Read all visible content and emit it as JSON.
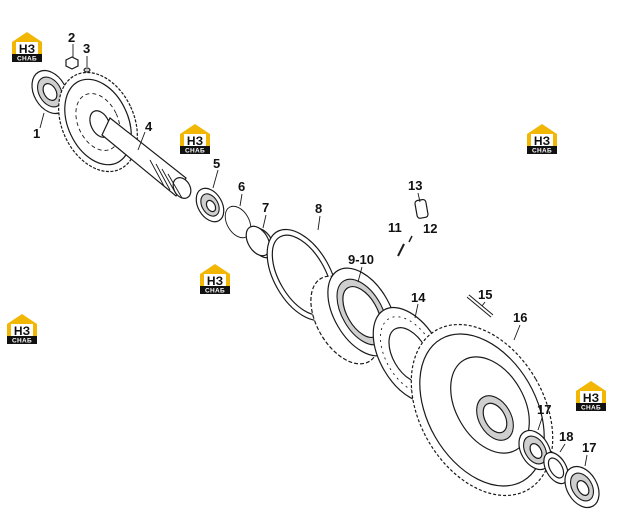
{
  "logo": {
    "main": "НЗ",
    "sub": "СНАБ",
    "color": "#f2b705"
  },
  "callouts": [
    "1",
    "2",
    "3",
    "4",
    "5",
    "6",
    "7",
    "8",
    "9-10",
    "11",
    "12",
    "13",
    "14",
    "15",
    "16",
    "17",
    "18",
    "17"
  ]
}
